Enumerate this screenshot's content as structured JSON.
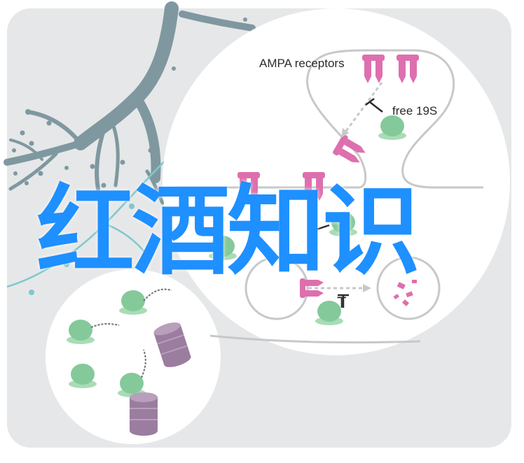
{
  "labels": {
    "ampa_receptors": "AMPA receptors",
    "free_19s": "free 19S",
    "t_marker": "T"
  },
  "headline": "红酒知识",
  "colors": {
    "panel_bg": "#e6e7e8",
    "neuron": "#7f98a0",
    "axon": "#7ec8cc",
    "receptor": "#de6fae",
    "proteasome": "#84c99a",
    "cylinder": "#9b7da0",
    "headline": "#1e90ff"
  }
}
